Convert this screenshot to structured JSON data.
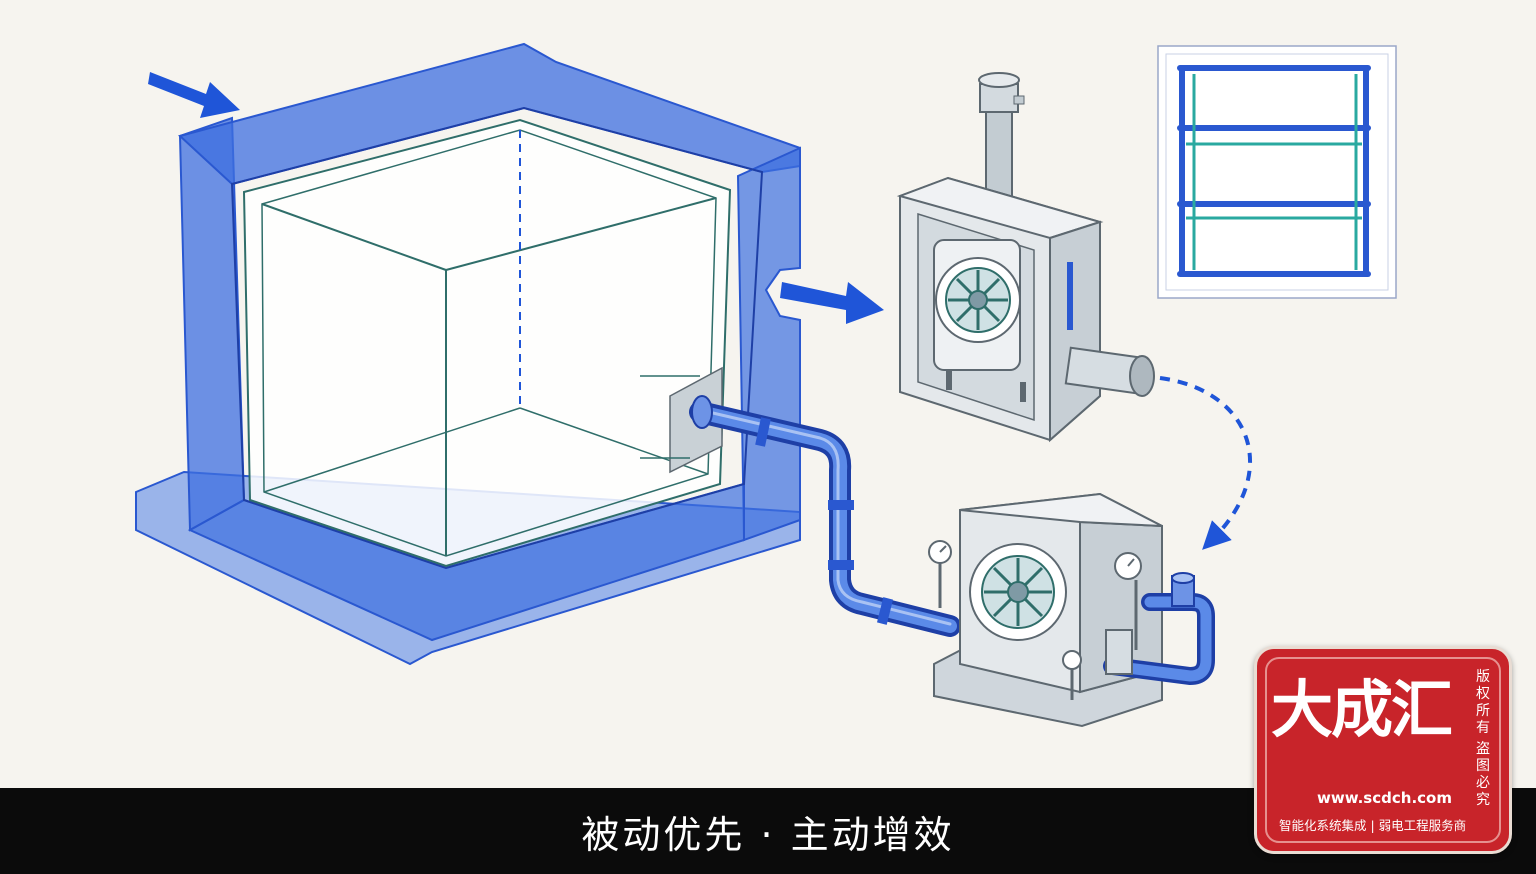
{
  "caption": {
    "text": "被动优先 · 主动增效"
  },
  "watermark": {
    "brand": "大成汇",
    "vertical_1": "版权所有",
    "vertical_2": "盗图必究",
    "url": "www.scdch.com",
    "tagline": "智能化系统集成 | 弱电工程服务商"
  },
  "icons": [
    "arrow-icon",
    "dashed-arrow-icon",
    "fan-icon",
    "pressure-gauge-icon"
  ],
  "colors": {
    "background": "#f6f4ef",
    "insulation_blue": "#3d6fe0",
    "accent_blue": "#1f55d8",
    "glass_teal": "#2f6e6a",
    "machine_gray": "#cfd6dc",
    "caption_bar": "#0b0b0b",
    "seal_red": "#c8242a"
  }
}
